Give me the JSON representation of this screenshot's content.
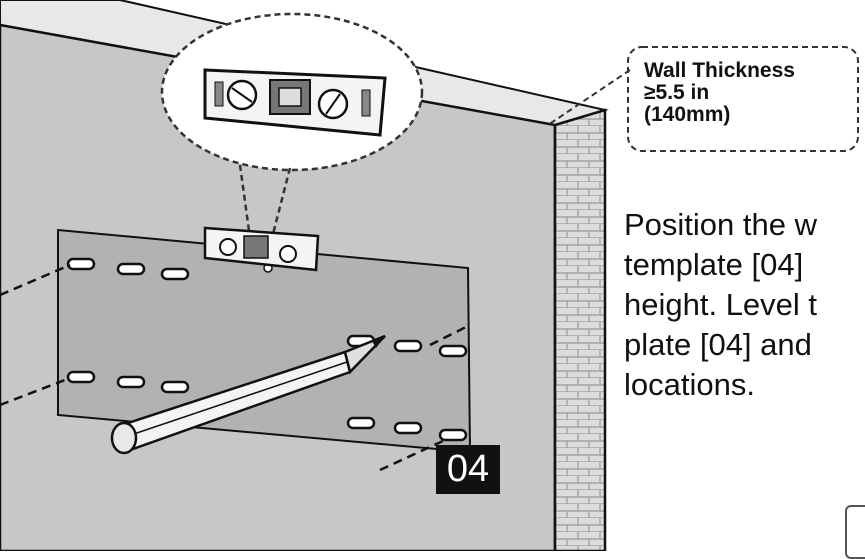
{
  "callout": {
    "line1": "Wall Thickness",
    "line2": "≥5.5 in",
    "line3": "(140mm)"
  },
  "instructions": {
    "line1": "Position the w",
    "line2": "template [04]",
    "line3": "height. Level t",
    "line4": "plate [04] and",
    "line5": "locations."
  },
  "template_tag": "04",
  "colors": {
    "wall_face": "#c7c7c7",
    "wall_top": "#e6e6e6",
    "template": "#b2b2b2",
    "outline": "#111111",
    "tag_bg": "#111111"
  }
}
